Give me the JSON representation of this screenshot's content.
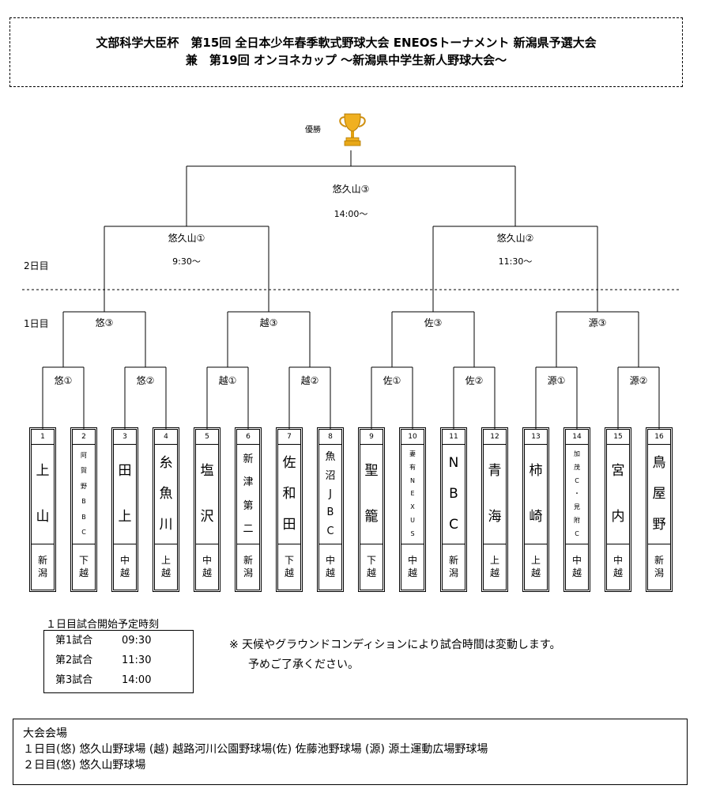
{
  "title": {
    "line1": "文部科学大臣杯　第15回 全日本少年春季軟式野球大会 ENEOSトーナメント 新潟県予選大会",
    "line2": "兼　第19回 オンヨネカップ ～新潟県中学生新人野球大会～"
  },
  "champion_label": "優勝",
  "day2_label": "2日目",
  "day1_label": "1日目",
  "final": {
    "label": "悠久山③",
    "time": "14:00～"
  },
  "semis": [
    {
      "label": "悠久山①",
      "time": "9:30～"
    },
    {
      "label": "悠久山②",
      "time": "11:30～"
    }
  ],
  "quarters": [
    "悠③",
    "越③",
    "佐③",
    "源③"
  ],
  "round1": [
    "悠①",
    "悠②",
    "越①",
    "越②",
    "佐①",
    "佐②",
    "源①",
    "源②"
  ],
  "teams": [
    {
      "num": "1",
      "name": "上山",
      "area": "新潟"
    },
    {
      "num": "2",
      "name": "阿賀野BBC",
      "area": "下越"
    },
    {
      "num": "3",
      "name": "田上",
      "area": "中越"
    },
    {
      "num": "4",
      "name": "糸魚川",
      "area": "上越"
    },
    {
      "num": "5",
      "name": "塩沢",
      "area": "中越"
    },
    {
      "num": "6",
      "name": "新津第二",
      "area": "新潟"
    },
    {
      "num": "7",
      "name": "佐和田",
      "area": "下越"
    },
    {
      "num": "8",
      "name": "魚沼JBC",
      "area": "中越"
    },
    {
      "num": "9",
      "name": "聖籠",
      "area": "下越"
    },
    {
      "num": "10",
      "name": "妻有NEXUS",
      "area": "中越"
    },
    {
      "num": "11",
      "name": "NBC",
      "area": "新潟"
    },
    {
      "num": "12",
      "name": "青海",
      "area": "上越"
    },
    {
      "num": "13",
      "name": "柿崎",
      "area": "上越"
    },
    {
      "num": "14",
      "name": "加茂C・見附C",
      "area": "中越"
    },
    {
      "num": "15",
      "name": "宮内",
      "area": "中越"
    },
    {
      "num": "16",
      "name": "鳥屋野",
      "area": "新潟"
    }
  ],
  "schedule": {
    "title": "１日目試合開始予定時刻",
    "rows": [
      {
        "game": "第1試合",
        "time": "09:30"
      },
      {
        "game": "第2試合",
        "time": "11:30"
      },
      {
        "game": "第3試合",
        "time": "14:00"
      }
    ]
  },
  "note": {
    "line1": "※ 天候やグラウンドコンディションにより試合時間は変動します。",
    "line2": "予めご了承ください。"
  },
  "venue": {
    "title": "大会会場",
    "day1": "１日目(悠) 悠久山野球場 (越) 越路河川公園野球場(佐) 佐藤池野球場 (源) 源土運動広場野球場",
    "day2": "２日目(悠) 悠久山野球場"
  }
}
